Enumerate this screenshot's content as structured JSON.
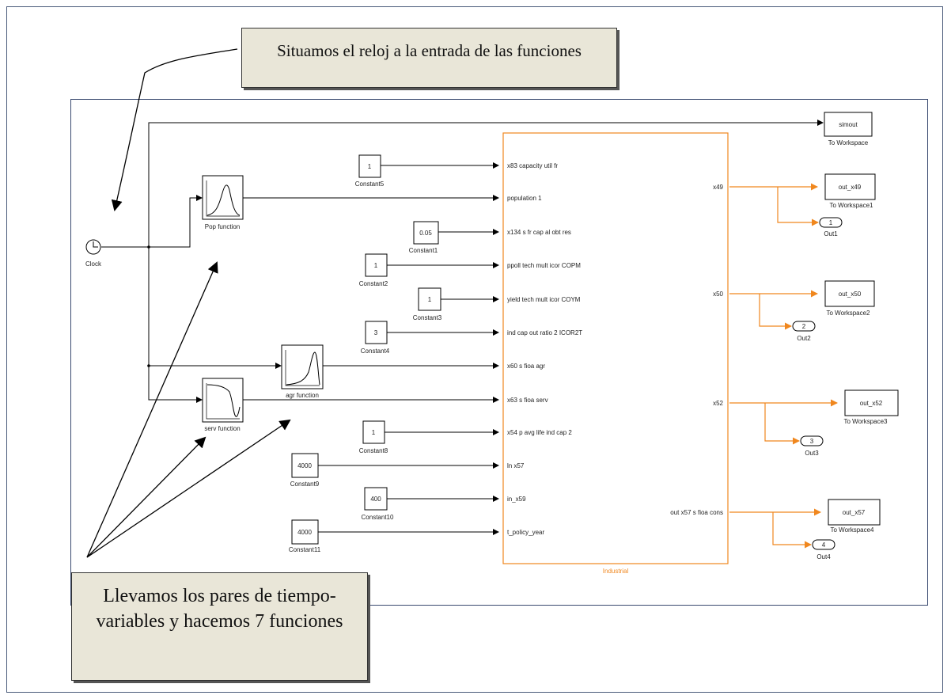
{
  "callouts": {
    "top": "Situamos el reloj a la entrada de las funciones",
    "bottom": "Llevamos los pares de tiempo-variables y hacemos 7 funciones"
  },
  "clock": {
    "label": "Clock"
  },
  "functions": [
    {
      "id": "pop",
      "label": "Pop function"
    },
    {
      "id": "agr",
      "label": "agr function"
    },
    {
      "id": "serv",
      "label": "serv function"
    }
  ],
  "constants": [
    {
      "id": "c5",
      "value": "1",
      "label": "Constant5"
    },
    {
      "id": "c1",
      "value": "0.05",
      "label": "Constant1"
    },
    {
      "id": "c2",
      "value": "1",
      "label": "Constant2"
    },
    {
      "id": "c3",
      "value": "1",
      "label": "Constant3"
    },
    {
      "id": "c4",
      "value": "3",
      "label": "Constant4"
    },
    {
      "id": "c8",
      "value": "1",
      "label": "Constant8"
    },
    {
      "id": "c9",
      "value": "4000",
      "label": "Constant9"
    },
    {
      "id": "c10",
      "value": "400",
      "label": "Constant10"
    },
    {
      "id": "c11",
      "value": "4000",
      "label": "Constant11"
    }
  ],
  "subsystem": {
    "name": "Industrial",
    "inputs": [
      "x83 capacity util fr",
      "population 1",
      "x134 s fr cap al obt res",
      "ppoll tech mult icor COPM",
      "yield tech mult icor COYM",
      "ind cap out ratio 2 ICOR2T",
      "x60 s fioa agr",
      "x63 s fioa serv",
      "x54 p avg life ind cap 2",
      "ln x57",
      "in_x59",
      "t_policy_year"
    ],
    "outputs": [
      "x49",
      "x50",
      "x52",
      "out x57 s fioa cons"
    ]
  },
  "workspaces": [
    {
      "id": "ws0",
      "value": "simout",
      "label": "To Workspace"
    },
    {
      "id": "ws1",
      "value": "out_x49",
      "label": "To Workspace1"
    },
    {
      "id": "ws2",
      "value": "out_x50",
      "label": "To Workspace2"
    },
    {
      "id": "ws3",
      "value": "out_x52",
      "label": "To Workspace3"
    },
    {
      "id": "ws4",
      "value": "out_x57",
      "label": "To Workspace4"
    }
  ],
  "outports": [
    {
      "id": "o1",
      "value": "1",
      "label": "Out1"
    },
    {
      "id": "o2",
      "value": "2",
      "label": "Out2"
    },
    {
      "id": "o3",
      "value": "3",
      "label": "Out3"
    },
    {
      "id": "o4",
      "value": "4",
      "label": "Out4"
    }
  ],
  "colors": {
    "signal_black": "#000000",
    "signal_orange": "#f0871e",
    "callout_bg": "#e9e6d8"
  }
}
